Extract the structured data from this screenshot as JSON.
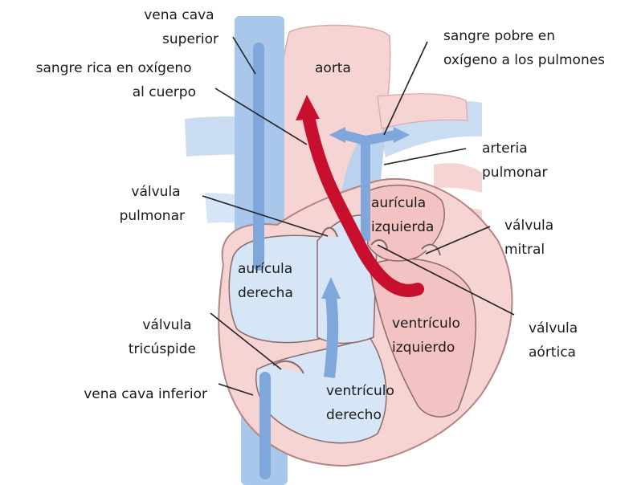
{
  "colors": {
    "oxygen_poor_blue": "#a9c7ea",
    "oxygen_poor_blue_dark": "#7fa7dc",
    "oxygen_rich_red": "#c8102e",
    "tissue_pink": "#f6d4d4",
    "chamber_blue": "#d6e6f7",
    "outline": "#8a6a6a",
    "label_text": "#1a1a1a"
  },
  "labels": {
    "vena_cava_superior": [
      "vena cava",
      "superior"
    ],
    "sangre_rica": [
      "sangre rica en oxígeno",
      "al cuerpo"
    ],
    "aorta": "aorta",
    "sangre_pobre": [
      "sangre pobre en",
      "oxígeno a los pulmones"
    ],
    "arteria_pulmonar": [
      "arteria",
      "pulmonar"
    ],
    "valvula_pulmonar": [
      "válvula",
      "pulmonar"
    ],
    "auricula_izquierda": [
      "aurícula",
      "izquierda"
    ],
    "valvula_mitral": [
      "válvula",
      "mitral"
    ],
    "auricula_derecha": [
      "aurícula",
      "derecha"
    ],
    "valvula_aortica": [
      "válvula",
      "aórtica"
    ],
    "ventriculo_izquierdo": [
      "ventrículo",
      "izquierdo"
    ],
    "valvula_tricuspide": [
      "válvula",
      "tricúspide"
    ],
    "vena_cava_inferior": "vena cava inferior",
    "ventriculo_derecho": [
      "ventrículo",
      "derecho"
    ]
  }
}
